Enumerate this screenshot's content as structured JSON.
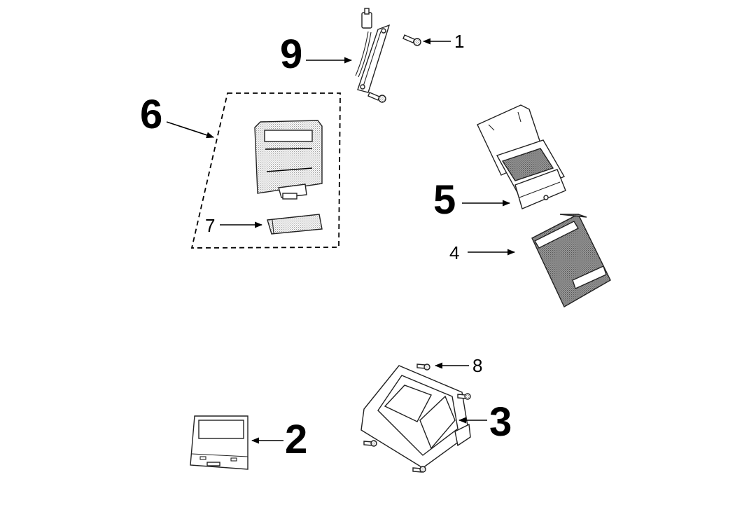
{
  "callouts": {
    "c1": "1",
    "c2": "2",
    "c3": "3",
    "c4": "4",
    "c5": "5",
    "c6": "6",
    "c7": "7",
    "c8": "8",
    "c9": "9"
  },
  "colors": {
    "line": "#000000",
    "stipple_light": "#cfcfcf",
    "stipple_dark": "#7a7a7a"
  }
}
